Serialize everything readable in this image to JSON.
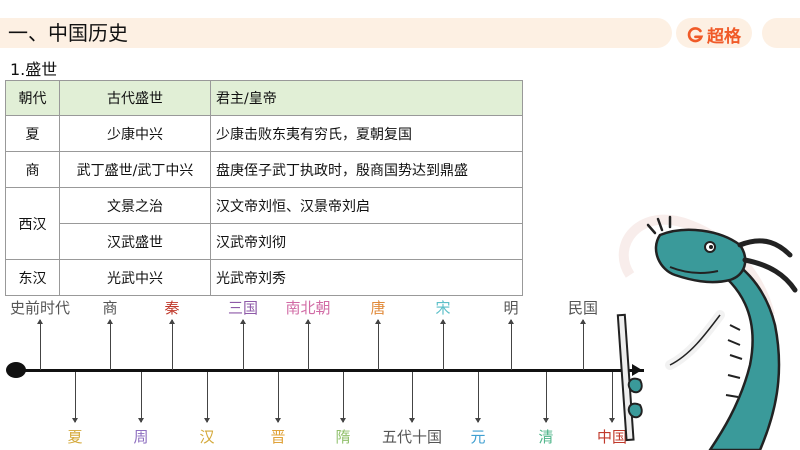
{
  "header": {
    "title": "一、中国历史",
    "logo_text": "超格"
  },
  "section_title": "1.盛世",
  "table": {
    "headers": [
      "朝代",
      "古代盛世",
      "君主/皇帝"
    ],
    "rows": [
      {
        "dynasty": "夏",
        "era": "少康中兴",
        "ruler": "少康击败东夷有穷氏，夏朝复国"
      },
      {
        "dynasty": "商",
        "era": "武丁盛世/武丁中兴",
        "ruler": "盘庚侄子武丁执政时，殷商国势达到鼎盛"
      },
      {
        "dynasty": "西汉",
        "era": "文景之治",
        "ruler": "汉文帝刘恒、汉景帝刘启"
      },
      {
        "era": "汉武盛世",
        "ruler": "汉武帝刘彻"
      },
      {
        "dynasty": "东汉",
        "era": "光武中兴",
        "ruler": "光武帝刘秀"
      }
    ]
  },
  "timeline": {
    "top": [
      {
        "label": "史前时代",
        "color": "#555555"
      },
      {
        "label": "商",
        "color": "#555555"
      },
      {
        "label": "秦",
        "color": "#c0392b"
      },
      {
        "label": "三国",
        "color": "#8e5aa8"
      },
      {
        "label": "南北朝",
        "color": "#d16ba5"
      },
      {
        "label": "唐",
        "color": "#e08a3a"
      },
      {
        "label": "宋",
        "color": "#5bbfc8"
      },
      {
        "label": "明",
        "color": "#555555"
      },
      {
        "label": "民国",
        "color": "#555555"
      }
    ],
    "bottom": [
      {
        "label": "夏",
        "color": "#d4a93a"
      },
      {
        "label": "周",
        "color": "#8e6fc0"
      },
      {
        "label": "汉",
        "color": "#d4a93a"
      },
      {
        "label": "晋",
        "color": "#e0a33a"
      },
      {
        "label": "隋",
        "color": "#8fbf6a"
      },
      {
        "label": "五代十国",
        "color": "#555555"
      },
      {
        "label": "元",
        "color": "#3f9fd1"
      },
      {
        "label": "清",
        "color": "#4fb58a"
      },
      {
        "label": "中国",
        "color": "#c0392b"
      }
    ]
  },
  "colors": {
    "accent": "#f05a28",
    "title_bar": "#fdf0e3",
    "table_header": "#e1efd6",
    "dragon": "#3a9a9a"
  }
}
